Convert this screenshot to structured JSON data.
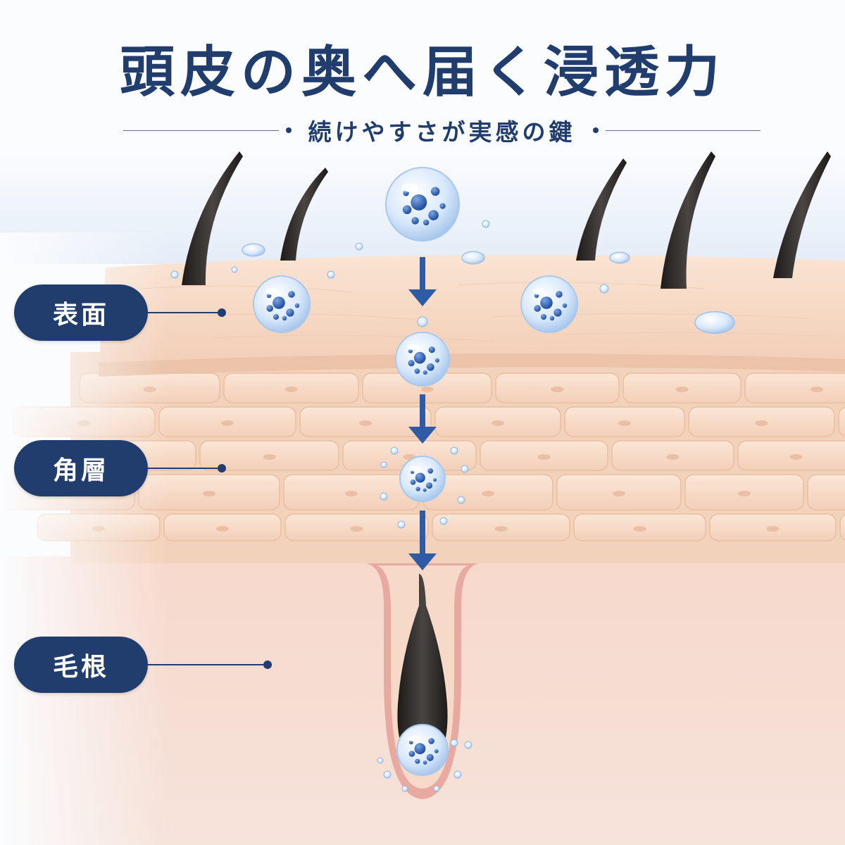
{
  "heading": {
    "title": "頭皮の奥へ届く浸透力",
    "subtitle": "続けやすさが実感の鍵"
  },
  "layers": [
    {
      "id": "surface",
      "label": "表面"
    },
    {
      "id": "stratum",
      "label": "角層"
    },
    {
      "id": "root",
      "label": "毛根"
    }
  ],
  "colors": {
    "navy": "#213d6e",
    "skin_surface": "#f6d6c0",
    "skin_cell": "#f8dcc6",
    "dermis": "#f6d2c8",
    "hair": "#2a2624",
    "droplet": "#cfe2fa",
    "droplet_dot": "#2d5dab"
  }
}
